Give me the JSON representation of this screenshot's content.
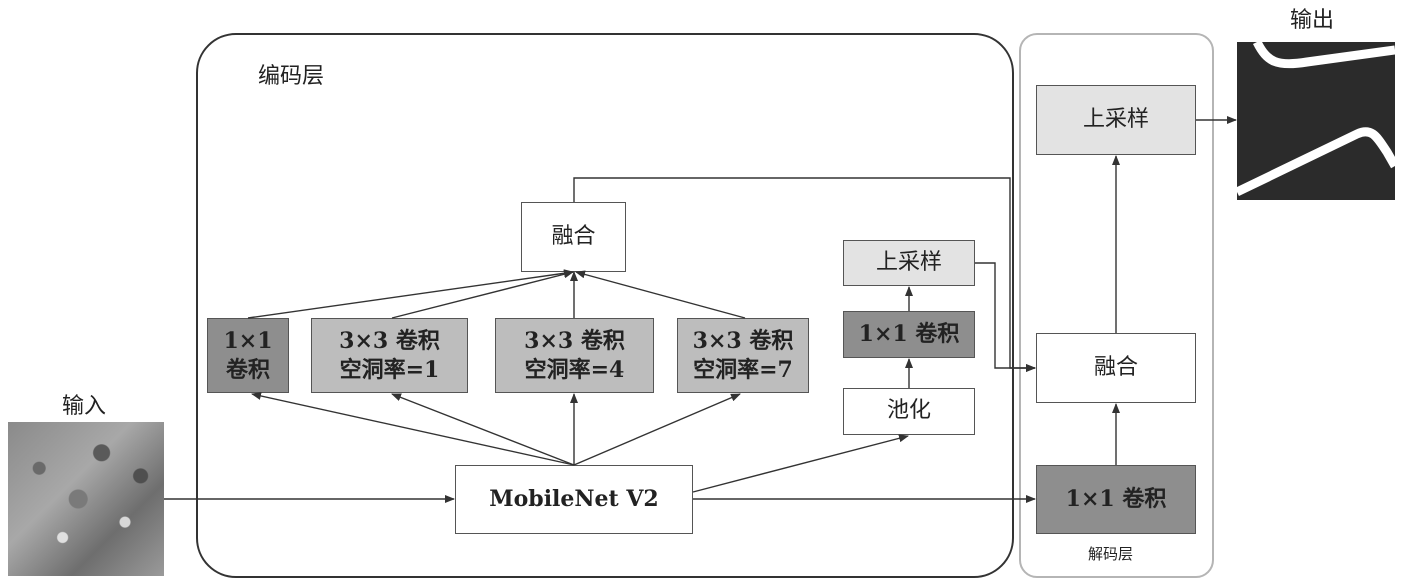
{
  "input_label": "输入",
  "output_label": "输出",
  "encoder": {
    "title": "编码层",
    "backbone": "MobileNet V2",
    "branches": [
      {
        "line1": "1×1",
        "line2": "卷积"
      },
      {
        "line1": "3×3 卷积",
        "line2": "空洞率=1"
      },
      {
        "line1": "3×3 卷积",
        "line2": "空洞率=4"
      },
      {
        "line1": "3×3 卷积",
        "line2": "空洞率=7"
      }
    ],
    "fuse": "融合",
    "pool": "池化",
    "pool_conv": "1×1 卷积",
    "pool_upsample": "上采样"
  },
  "decoder": {
    "title": "解码层",
    "conv": "1×1 卷积",
    "fuse": "融合",
    "upsample": "上采样"
  }
}
